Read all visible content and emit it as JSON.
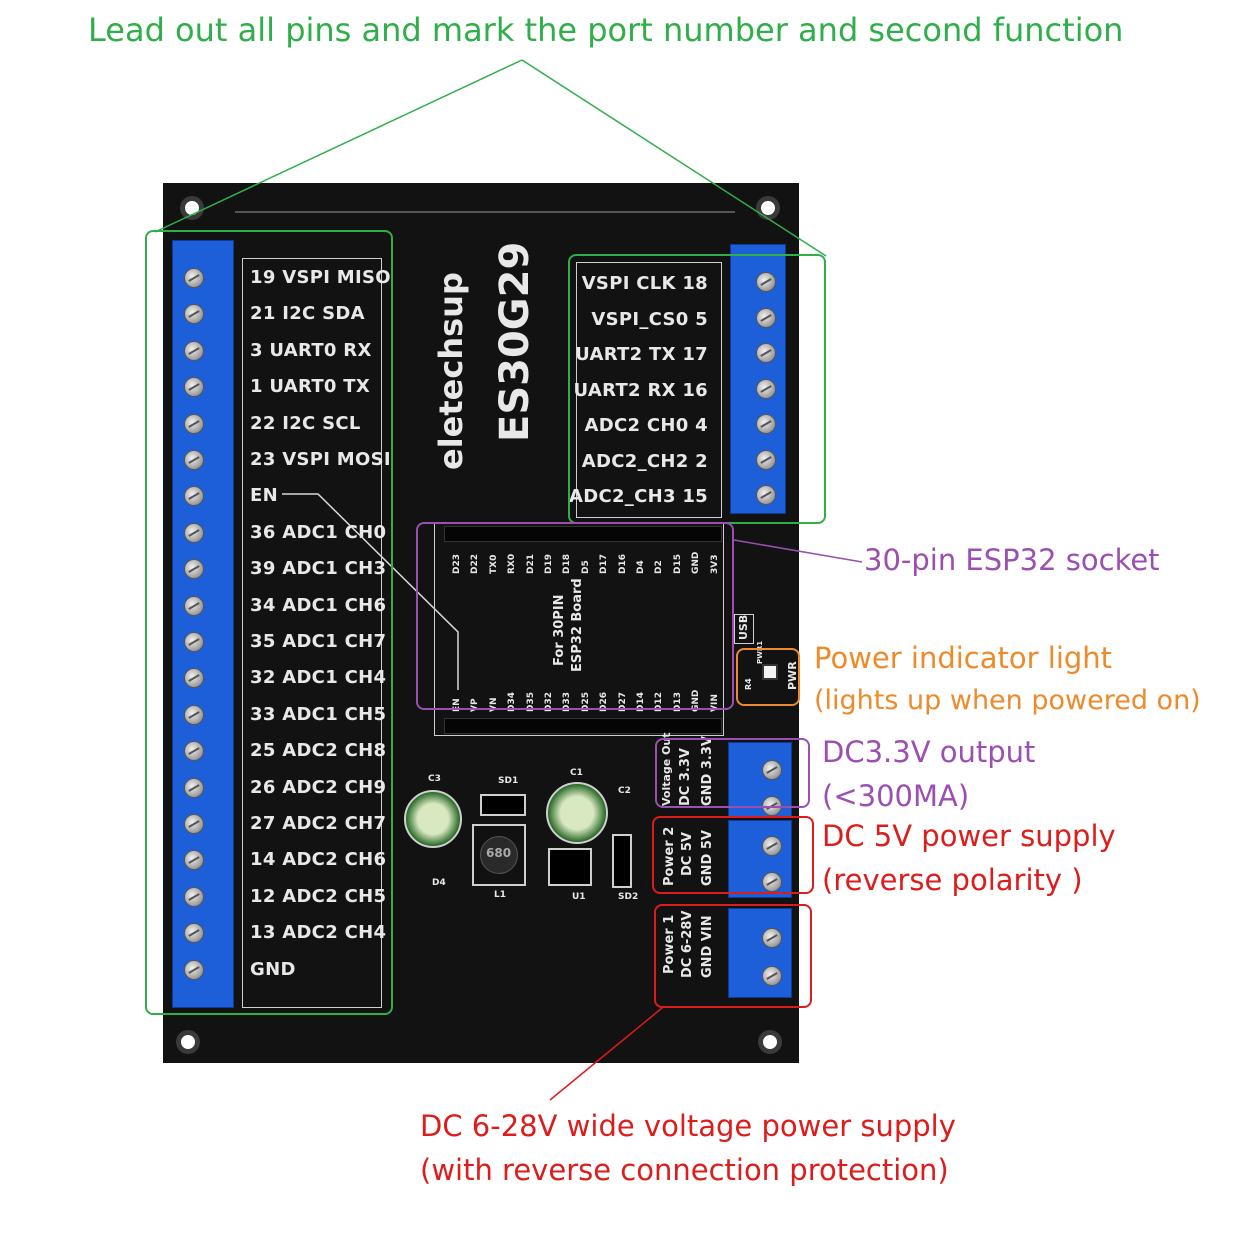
{
  "title": "Lead out all pins and mark the port number and second function",
  "board": {
    "brand": "eletechsup",
    "model": "ES30G29",
    "socket_label_1": "For 30PIN",
    "socket_label_2": "ESP32 Board",
    "usb_label": "USB",
    "pwr_label": "PWR",
    "pwr1_label": "PWR1",
    "r4_label": "R4",
    "left_pins": [
      "19 VSPI MISO",
      "21 I2C SDA",
      "3 UART0 RX",
      "1 UART0 TX",
      "22 I2C SCL",
      "23 VSPI MOSI",
      "EN",
      "36 ADC1 CH0",
      "39 ADC1 CH3",
      "34 ADC1 CH6",
      "35 ADC1 CH7",
      "32 ADC1 CH4",
      "33 ADC1 CH5",
      "25 ADC2 CH8",
      "26 ADC2 CH9",
      "27 ADC2 CH7",
      "14 ADC2 CH6",
      "12 ADC2 CH5",
      "13 ADC2 CH4",
      "GND"
    ],
    "right_pins": [
      "VSPI CLK 18",
      "VSPI_CS0 5",
      "UART2 TX 17",
      "UART2 RX 16",
      "ADC2 CH0 4",
      "ADC2_CH2 2",
      "ADC2_CH3 15"
    ],
    "socket_top": [
      "D23",
      "D22",
      "TX0",
      "RX0",
      "D21",
      "D19",
      "D18",
      "D5",
      "D17",
      "D16",
      "D4",
      "D2",
      "D15",
      "GND",
      "3V3"
    ],
    "socket_bottom": [
      "EN",
      "VP",
      "VN",
      "D34",
      "D35",
      "D32",
      "D33",
      "D25",
      "D26",
      "D27",
      "D14",
      "D12",
      "D13",
      "GND",
      "VIN"
    ],
    "voltage_out": {
      "l1": "Voltage Out",
      "l2": "DC 3.3V",
      "l3": "GND 3.3V"
    },
    "power2": {
      "l1": "Power 2",
      "l2": "DC 5V",
      "l3": "GND 5V"
    },
    "power1": {
      "l1": "Power 1",
      "l2": "DC 6-28V",
      "l3": "GND VIN"
    },
    "components": [
      "C3",
      "D4",
      "SD1",
      "L1",
      "C1",
      "C2",
      "U1",
      "SD2"
    ],
    "inductor_code": "680"
  },
  "callouts": {
    "socket": "30-pin ESP32 socket",
    "power_light_1": "Power indicator light",
    "power_light_2": "(lights up when powered on)",
    "dc33_1": "DC3.3V output",
    "dc33_2": "(<300MA)",
    "dc5_1": "DC 5V power supply",
    "dc5_2": "(reverse polarity )",
    "wide_1": "DC 6-28V wide voltage power supply",
    "wide_2": "(with reverse connection protection)"
  },
  "colors": {
    "green": "#2fae4a",
    "purple": "#9b4fb0",
    "orange": "#ee8a2a",
    "red": "#dd1c1c",
    "terminal_blue": "#1d5fd8",
    "pcb": "#121212"
  }
}
